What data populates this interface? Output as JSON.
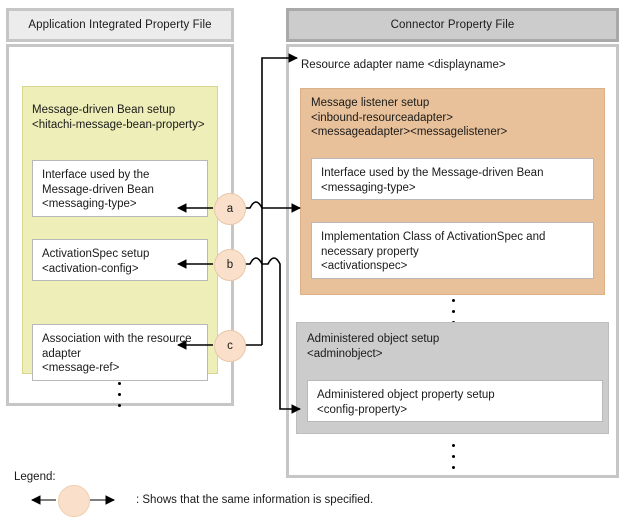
{
  "diagram": {
    "title_left": "Application Integrated Property File",
    "title_right": "Connector Property File"
  },
  "left_file": {
    "header": "Application Integrated Property File",
    "group": {
      "title": "Message-driven Bean setup\n<hitachi-message-bean-property>",
      "color": "#eeeeb8",
      "items": [
        {
          "id": "messaging-type",
          "text": "Interface used by the\nMessage-driven Bean\n<messaging-type>"
        },
        {
          "id": "activation-config",
          "text": "ActivationSpec setup\n<activation-config>"
        },
        {
          "id": "message-ref",
          "text": "Association with the resource\nadapter\n<message-ref>"
        }
      ]
    },
    "ellipsis": "•••"
  },
  "right_file": {
    "header": "Connector Property File",
    "resource_adapter_name": "Resource adapter name <displayname>",
    "listener_group": {
      "title": "Message listener setup\n<inbound-resourceadapter>\n<messageadapter><messagelistener>",
      "color": "#e8c19a",
      "items": [
        {
          "id": "messaging-type",
          "text": "Interface used by the Message-driven Bean\n<messaging-type>"
        },
        {
          "id": "activationspec",
          "text": "Implementation Class of ActivationSpec and\nnecessary property\n<activationspec>"
        }
      ]
    },
    "admin_group": {
      "title": "Administered object setup\n<adminobject>",
      "color": "#cccccc",
      "items": [
        {
          "id": "config-property",
          "text": "Administered object property setup\n<config-property>"
        }
      ]
    },
    "ellipsis": "•••"
  },
  "connectors": [
    {
      "id": "a",
      "label": "a"
    },
    {
      "id": "b",
      "label": "b"
    },
    {
      "id": "c",
      "label": "c"
    }
  ],
  "legend": {
    "label": "Legend:",
    "description": ": Shows that the same information is specified.",
    "marker_label": ""
  },
  "colors": {
    "left_header_bg": "#ececec",
    "right_header_bg": "#cccccc",
    "panel_border": "#c6c6c6",
    "mdb_group": "#eeeeb8",
    "listener_group": "#e8c19a",
    "admin_group": "#cccccc",
    "bubble": "#fae0ca",
    "line": "#000000"
  }
}
